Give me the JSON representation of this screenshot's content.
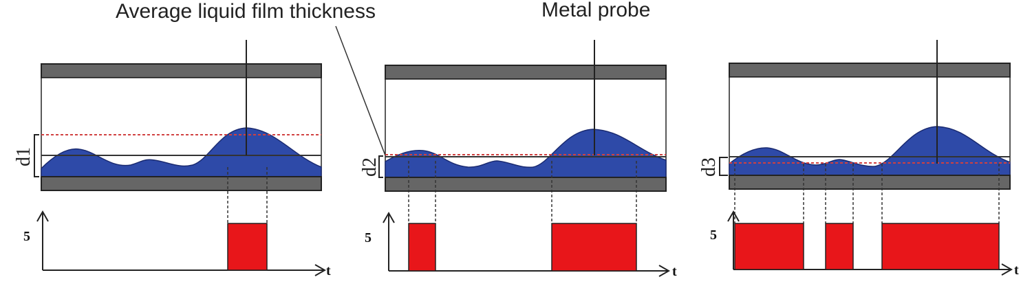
{
  "labels": {
    "avg_film": "Average liquid film thickness",
    "probe": "Metal probe"
  },
  "panels": [
    {
      "d_label": "d1",
      "y_tick": "5",
      "x_label": "t"
    },
    {
      "d_label": "d2",
      "y_tick": "5",
      "x_label": "t"
    },
    {
      "d_label": "d3",
      "y_tick": "5",
      "x_label": "t"
    }
  ],
  "colors": {
    "wall": "#666666",
    "liquid": "#2e4aa8",
    "threshold": "#d04040",
    "signal": "#e8161a",
    "line": "#222222"
  }
}
